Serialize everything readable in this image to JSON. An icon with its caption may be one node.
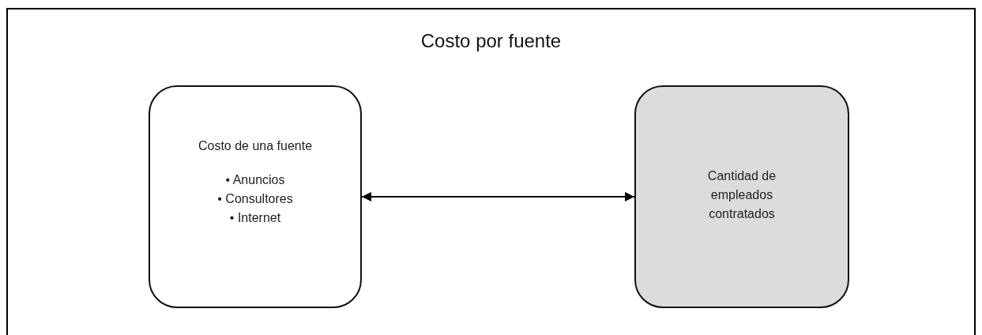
{
  "diagram": {
    "nodes": [
      {
        "text": [
          "Costo por fuente"
        ]
      },
      {
        "text": [
          "Costo de una fuente",
          "• Anuncios",
          "• Consultores",
          "• Internet"
        ],
        "in": 0
      },
      {
        "text": [
          "Cantidad de empleados contratados"
        ],
        "in": 0
      }
    ],
    "edges": [
      {
        "from": 1,
        "to": 2,
        "arrow": "both"
      }
    ]
  }
}
